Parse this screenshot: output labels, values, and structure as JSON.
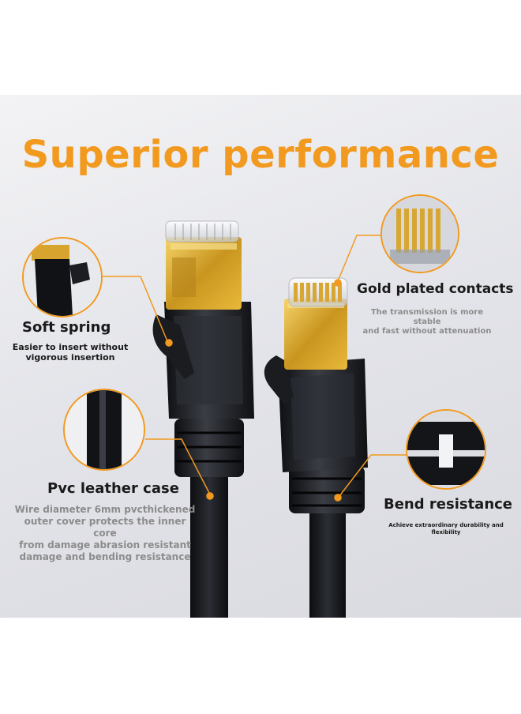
{
  "title": "Superior performance",
  "colors": {
    "accent": "#f29a1f",
    "cable": "#16181c",
    "gold": "#d9a92b",
    "desc_gray": "#8c8c8c",
    "text_dark": "#1a1a1a"
  },
  "features": {
    "soft_spring": {
      "title": "Soft spring",
      "desc_lines": [
        "Easier to insert without",
        "vigorous insertion"
      ]
    },
    "gold_contacts": {
      "title": "Gold plated contacts",
      "desc_lines": [
        "The transmission is more stable",
        "and fast without attenuation"
      ]
    },
    "pvc_case": {
      "title": "Pvc leather case",
      "desc_lines": [
        "Wire diameter 6mm pvcthickened",
        "outer cover protects the inner core",
        "from damage abrasion resistant",
        "damage and bending resistance"
      ]
    },
    "bend_resistance": {
      "title": "Bend resistance",
      "desc_lines": [
        "Achieve extraordinary durability and flexibility"
      ]
    }
  }
}
